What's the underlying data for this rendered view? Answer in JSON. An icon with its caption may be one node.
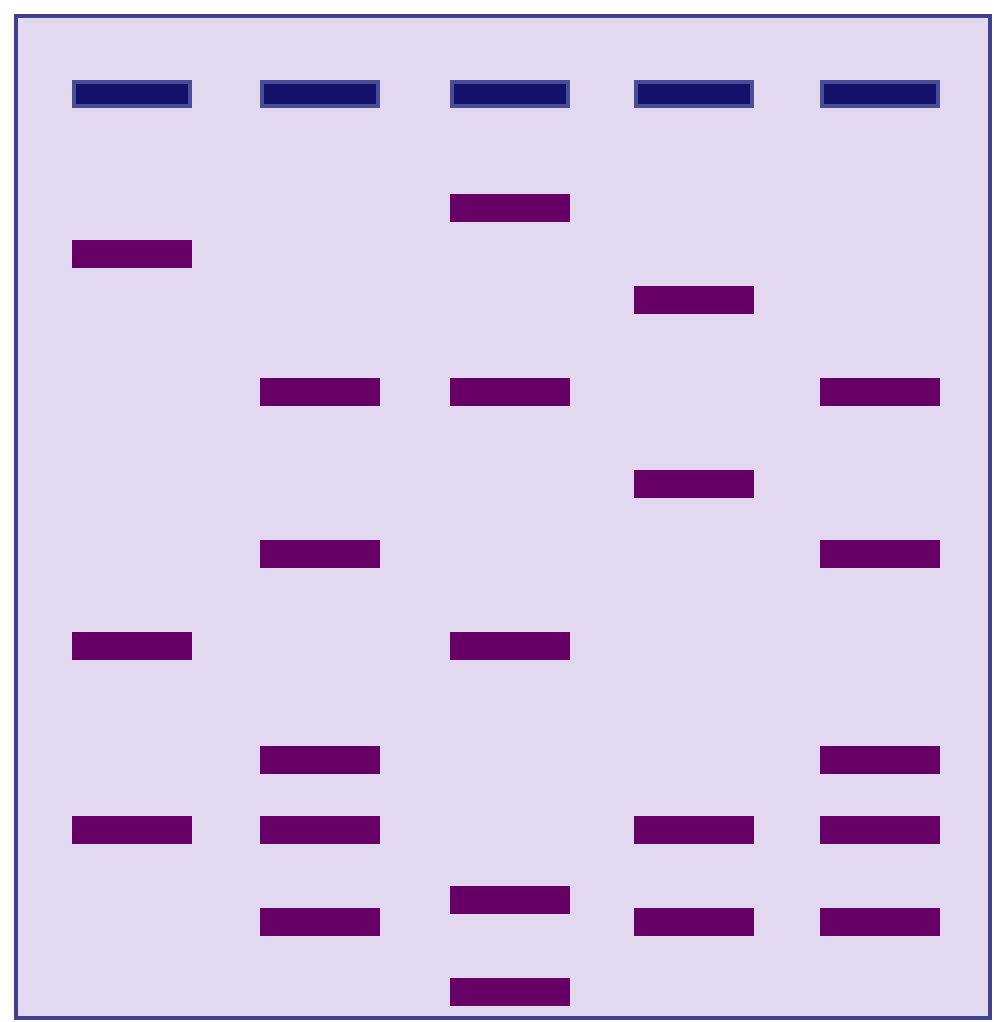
{
  "diagram": {
    "nodes": [
      {
        "text": [],
        "shape": "box"
      },
      {
        "text": [],
        "shape": "bar",
        "in": 0
      },
      {
        "text": [],
        "shape": "bar",
        "in": 0
      },
      {
        "text": [],
        "shape": "bar",
        "in": 0
      },
      {
        "text": [],
        "shape": "bar",
        "in": 0
      },
      {
        "text": [],
        "shape": "bar",
        "in": 0
      },
      {
        "text": [],
        "shape": "bar",
        "in": 0
      },
      {
        "text": [],
        "shape": "bar",
        "in": 0
      },
      {
        "text": [],
        "shape": "bar",
        "in": 0
      },
      {
        "text": [],
        "shape": "bar",
        "in": 0
      },
      {
        "text": [],
        "shape": "bar",
        "in": 0
      },
      {
        "text": [],
        "shape": "bar",
        "in": 0
      },
      {
        "text": [],
        "shape": "bar",
        "in": 0
      },
      {
        "text": [],
        "shape": "bar",
        "in": 0
      },
      {
        "text": [],
        "shape": "bar",
        "in": 0
      },
      {
        "text": [],
        "shape": "bar",
        "in": 0
      },
      {
        "text": [],
        "shape": "bar",
        "in": 0
      },
      {
        "text": [],
        "shape": "bar",
        "in": 0
      },
      {
        "text": [],
        "shape": "bar",
        "in": 0
      },
      {
        "text": [],
        "shape": "bar",
        "in": 0
      },
      {
        "text": [],
        "shape": "bar",
        "in": 0
      },
      {
        "text": [],
        "shape": "bar",
        "in": 0
      },
      {
        "text": [],
        "shape": "bar",
        "in": 0
      },
      {
        "text": [],
        "shape": "bar",
        "in": 0
      },
      {
        "text": [],
        "shape": "bar",
        "in": 0
      },
      {
        "text": [],
        "shape": "bar",
        "in": 0
      },
      {
        "text": [],
        "shape": "bar",
        "in": 0
      },
      {
        "text": [],
        "shape": "bar",
        "in": 0
      }
    ]
  }
}
